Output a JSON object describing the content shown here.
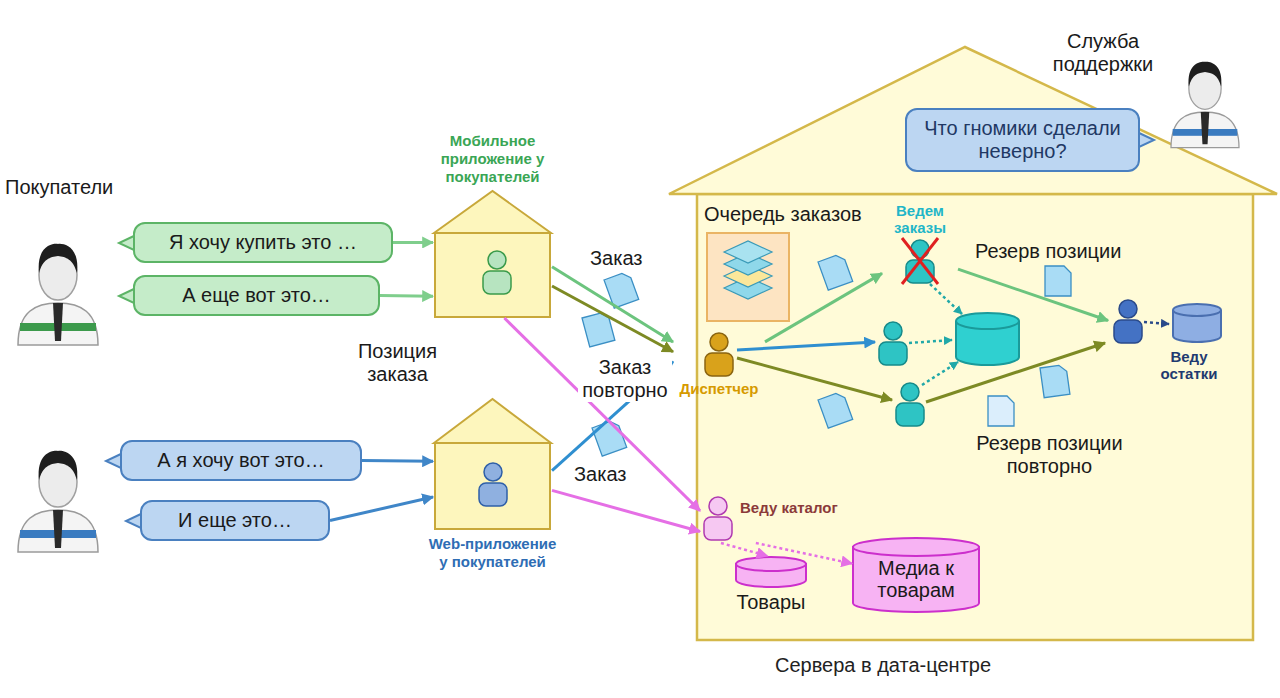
{
  "diagram": {
    "nodes": [
      {
        "text": [
          "Я хочу купить это …"
        ]
      },
      {
        "text": [
          "А еще вот это…"
        ]
      },
      {
        "text": [
          "А я хочу вот это…"
        ]
      },
      {
        "text": [
          "И еще это…"
        ]
      },
      {
        "text": [
          "Мобильное приложение у покупателей"
        ]
      },
      {
        "text": [
          "Web-приложение у покупателей"
        ]
      },
      {
        "text": [
          "Сервера в дата-центре"
        ]
      },
      {
        "text": [
          "Очередь заказов"
        ],
        "in": 6
      },
      {
        "text": [
          "Диспетчер"
        ],
        "in": 6
      },
      {
        "text": [
          "Ведем заказы"
        ],
        "in": 6
      },
      {
        "text": [
          "Веду остатки"
        ],
        "in": 6
      },
      {
        "text": [
          "Веду каталог"
        ],
        "in": 6
      },
      {
        "text": [
          "Товары"
        ],
        "in": 6
      },
      {
        "text": [
          "Медиа к товарам"
        ],
        "in": 6
      },
      {
        "text": [
          "Что гномики сделали неверно?"
        ]
      }
    ],
    "edges": [
      {
        "from": 0,
        "to": 4,
        "arrow": "to"
      },
      {
        "from": 1,
        "to": 4,
        "arrow": "to"
      },
      {
        "from": 2,
        "to": 5,
        "arrow": "to"
      },
      {
        "from": 3,
        "to": 5,
        "arrow": "to"
      },
      {
        "from": 4,
        "to": 8,
        "label": "Заказ",
        "arrow": "to"
      },
      {
        "from": 4,
        "to": 8,
        "label": "Заказ повторно",
        "arrow": "to"
      },
      {
        "from": 5,
        "to": 8,
        "label": "Заказ",
        "arrow": "to"
      },
      {
        "from": 4,
        "to": 11,
        "arrow": "to"
      },
      {
        "from": 5,
        "to": 11,
        "arrow": "to"
      },
      {
        "from": 8,
        "to": 9,
        "arrow": "to"
      },
      {
        "from": 9,
        "to": 10,
        "label": "Резерв позиции",
        "arrow": "to"
      },
      {
        "from": 11,
        "to": 12,
        "arrow": "to"
      },
      {
        "from": 11,
        "to": 13,
        "arrow": "to"
      }
    ],
    "labels": [
      "Покупатели",
      "Позиция заказа",
      "Резерв позиции повторно",
      "Служба поддержки"
    ]
  }
}
